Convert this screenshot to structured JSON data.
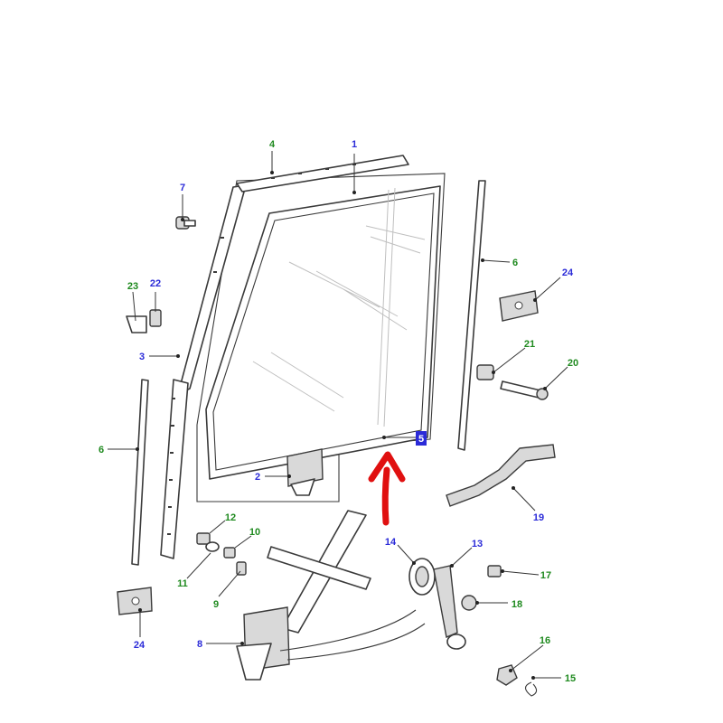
{
  "colors": {
    "callout_blue": "#2b2bd8",
    "callout_green": "#1f8a1f",
    "arrow_red": "#e01010",
    "line": "#3a3a3a"
  },
  "callouts": {
    "c1": "1",
    "c2": "2",
    "c3": "3",
    "c4": "4",
    "c6a": "6",
    "c6b": "6",
    "c7": "7",
    "c8": "8",
    "c9": "9",
    "c10": "10",
    "c11": "11",
    "c12": "12",
    "c13": "13",
    "c14": "14",
    "c15": "15",
    "c16": "16",
    "c17": "17",
    "c18": "18",
    "c19": "19",
    "c20": "20",
    "c21": "21",
    "c22": "22",
    "c23": "23",
    "c24a": "24",
    "c24b": "24",
    "c5": "5"
  },
  "arrow": {
    "icon": "red-pointer-arrow"
  }
}
